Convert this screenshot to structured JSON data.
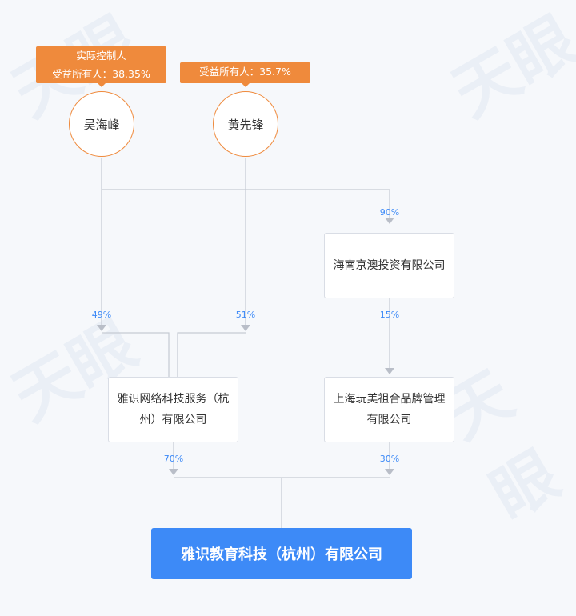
{
  "persons": [
    {
      "name": "吴海峰",
      "badge_lines": [
        "实际控制人",
        "受益所有人：38.35%"
      ]
    },
    {
      "name": "黄先锋",
      "badge_lines": [
        "受益所有人：35.7%"
      ]
    }
  ],
  "companies": {
    "hainan": "海南京澳投资有限公司",
    "shanghai": "上海玩美祖合品牌管理有限公司",
    "yashi_network": "雅识网络科技服务（杭州）有限公司",
    "target": "雅识教育科技（杭州）有限公司"
  },
  "percentages": {
    "wu_to_hainan": "90%",
    "hainan_to_shanghai": "15%",
    "wu_to_yashi": "49%",
    "huang_to_yashi": "51%",
    "yashi_to_target": "70%",
    "shanghai_to_target": "30%"
  },
  "colors": {
    "accent": "#3d8af7",
    "person": "#ef8a3c"
  }
}
